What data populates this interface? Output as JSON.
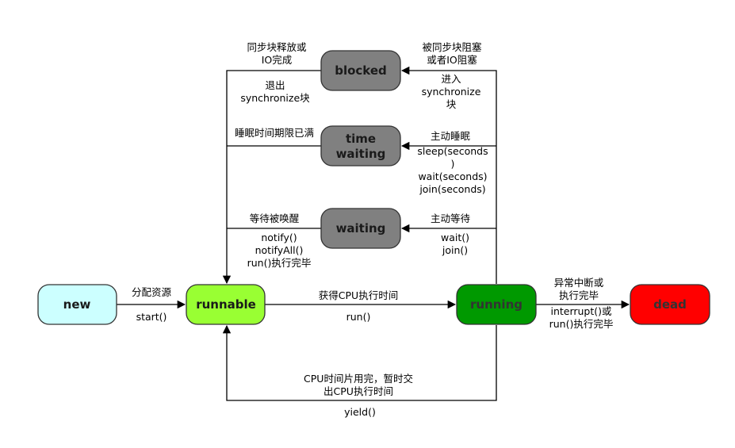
{
  "nodes": {
    "new": "new",
    "runnable": "runnable",
    "running": "running",
    "dead": "dead",
    "blocked": "blocked",
    "time_waiting_1": "time",
    "time_waiting_2": "waiting",
    "waiting": "waiting"
  },
  "labels": {
    "alloc": "分配资源",
    "start": "start()",
    "get_cpu": "获得CPU执行时间",
    "run": "run()",
    "exception_1": "异常中断或",
    "exception_2": "执行完毕",
    "interrupt_1": "interrupt()或",
    "interrupt_2": "run()执行完毕",
    "yield_1": "CPU时间片用完，暂时交",
    "yield_2": "出CPU执行时间",
    "yield": "yield()",
    "blocked_by_1": "被同步块阻塞",
    "blocked_by_2": "或者IO阻塞",
    "enter_1": "进入",
    "enter_2": "synchronize",
    "enter_3": "块",
    "release_1": "同步块释放或",
    "release_2": "IO完成",
    "exit_1": "退出",
    "exit_2": "synchronize块",
    "sleep_active": "主动睡眠",
    "sleep_1": "sleep(seconds",
    "sleep_2": ")",
    "sleep_3": "wait(seconds)",
    "sleep_4": "join(seconds)",
    "sleep_timeout": "睡眠时间期限已满",
    "wait_active": "主动等待",
    "wait_call": "wait()",
    "join_call": "join()",
    "woken": "等待被唤醒",
    "notify": "notify()",
    "notify_all": "notifyAll()",
    "run_done": "run()执行完毕"
  },
  "colors": {
    "new": "#ccffff",
    "runnable": "#99ff33",
    "running": "#009900",
    "dead": "#ff0000",
    "blocked": "#808080",
    "time_waiting": "#808080",
    "waiting": "#808080",
    "stroke": "#333333"
  }
}
